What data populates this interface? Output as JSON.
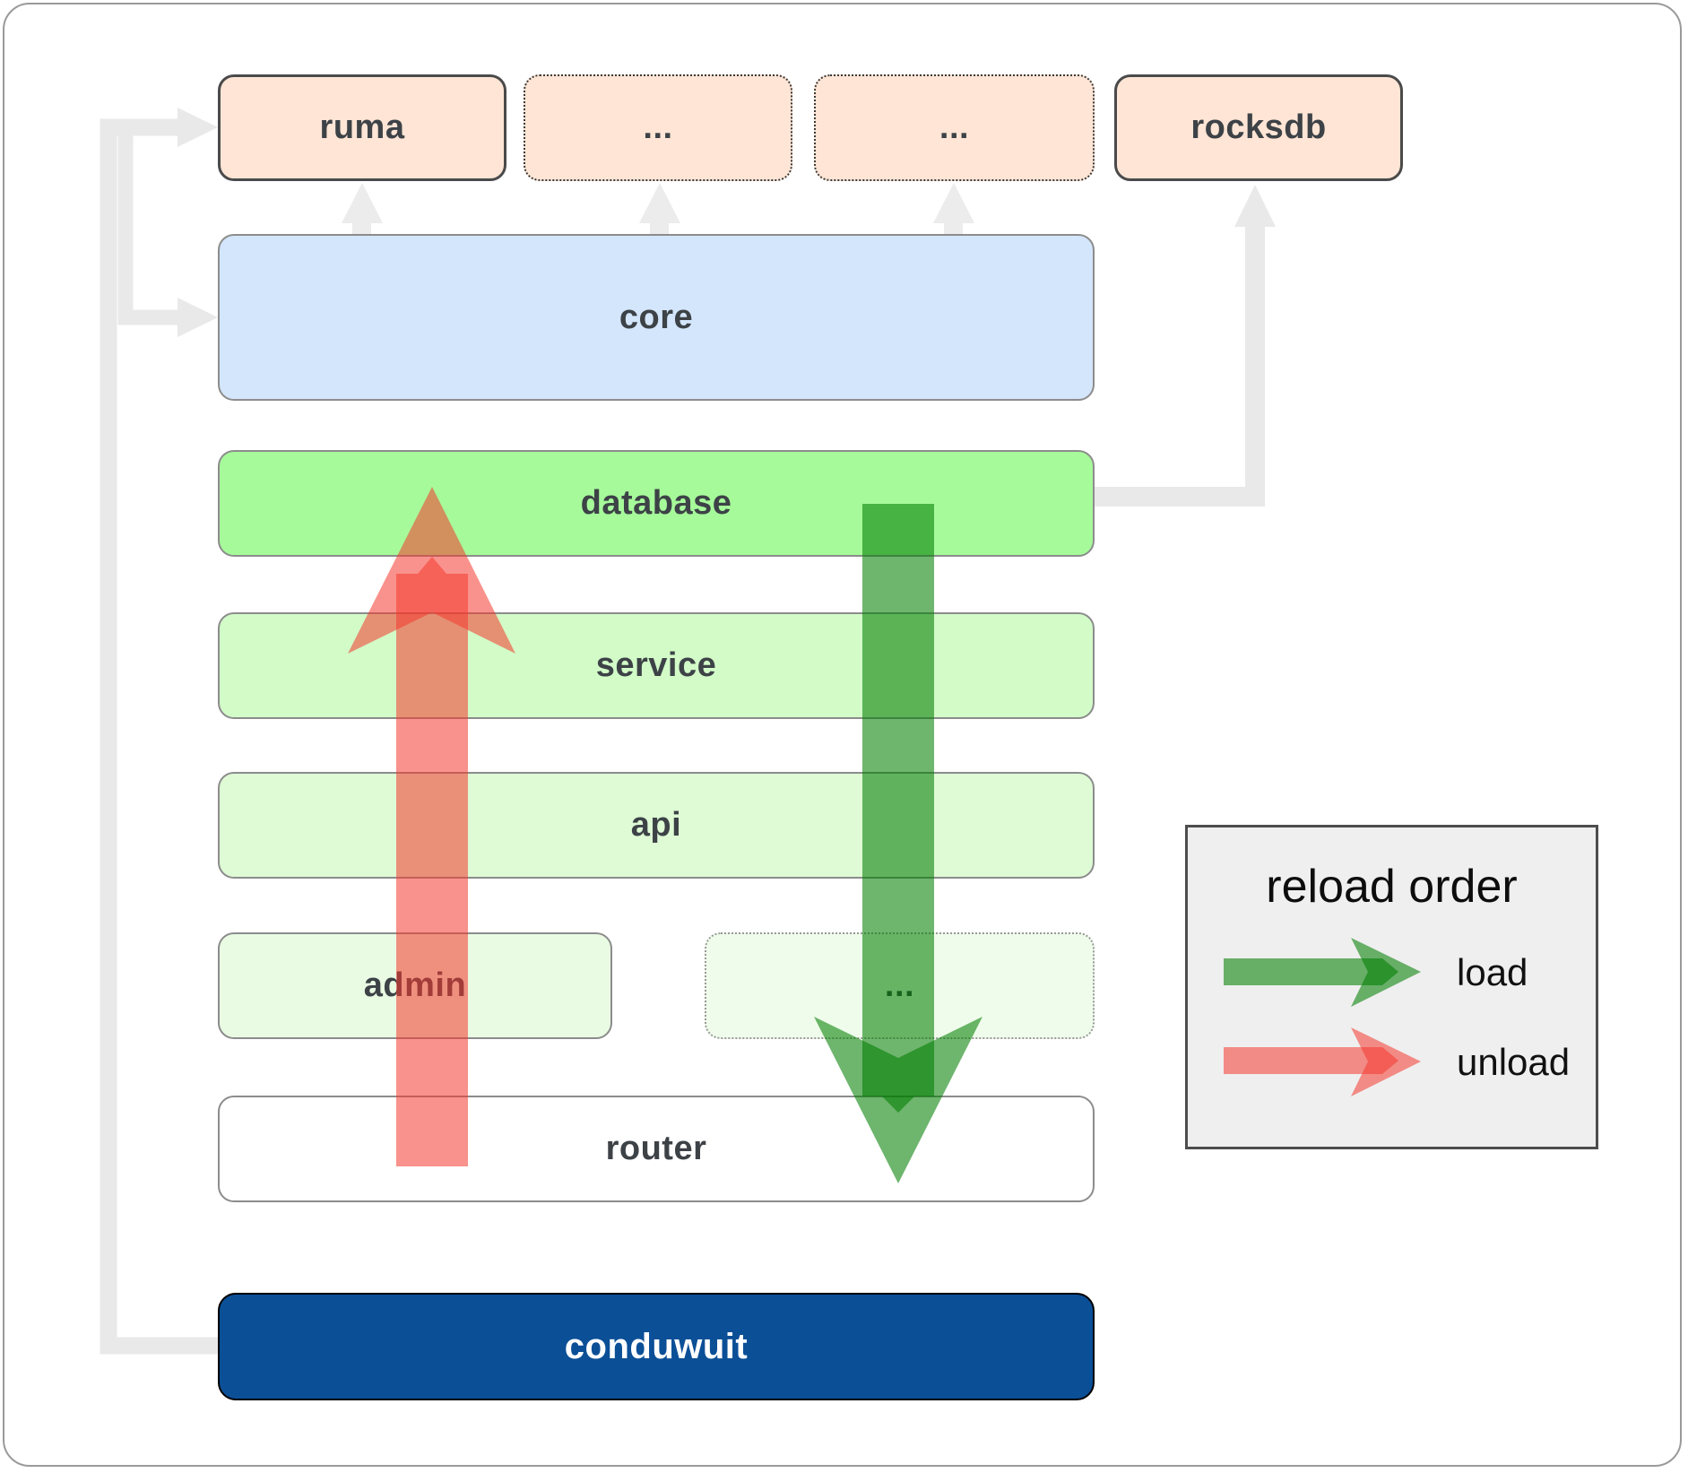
{
  "diagram": {
    "nodes": {
      "ruma": "ruma",
      "ellipsis_top_1": "...",
      "ellipsis_top_2": "...",
      "rocksdb": "rocksdb",
      "core": "core",
      "database": "database",
      "service": "service",
      "api": "api",
      "admin": "admin",
      "ellipsis_admin": "...",
      "router": "router",
      "conduwuit": "conduwuit"
    },
    "legend": {
      "title": "reload order",
      "items": [
        {
          "label": "load",
          "color": "#007d00"
        },
        {
          "label": "unload",
          "color": "#f4392e"
        }
      ]
    },
    "colors": {
      "peach_fill": "#fee5d5",
      "core_fill": "#d3e6fb",
      "database_fill": "#a6fa9a",
      "service_fill": "#d2fbc8",
      "api_fill": "#defbd5",
      "admin_fill": "#e9fbe3",
      "admin_ellipsis_fill": "#effceb",
      "router_fill": "#ffffff",
      "conduwuit_fill": "#0b4f97",
      "connector_gray": "#e9e9e9",
      "load_green": "#007d00",
      "unload_red": "#f4392e",
      "legend_bg": "#efefef"
    }
  }
}
